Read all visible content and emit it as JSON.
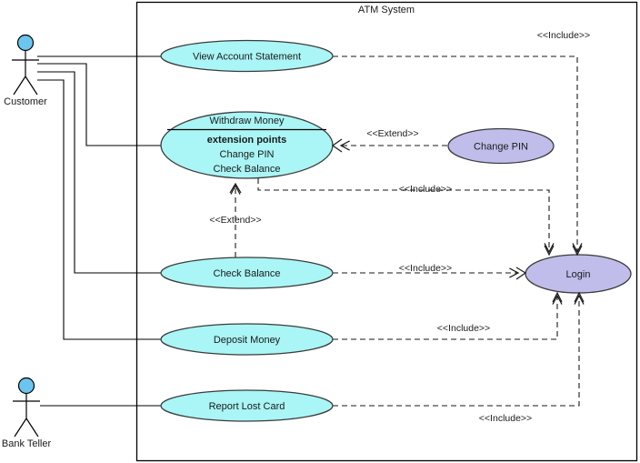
{
  "diagram": {
    "type": "uml-use-case-diagram",
    "system_boundary_title": "ATM System",
    "colors": {
      "usecase_fill_cyan": "#aaf5f5",
      "usecase_fill_purple": "#c0bdeb",
      "usecase_stroke": "#3b3b3b",
      "actor_head_fill": "#6cc5ee",
      "line": "#000000",
      "background": "#ffffff"
    },
    "actors": [
      {
        "id": "customer",
        "label": "Customer"
      },
      {
        "id": "bank-teller",
        "label": "Bank Teller"
      }
    ],
    "use_cases": [
      {
        "id": "view-account-statement",
        "label": "View Account Statement",
        "fill": "cyan"
      },
      {
        "id": "withdraw-money",
        "label": "Withdraw Money",
        "fill": "cyan",
        "compartment_title": "extension points",
        "extension_points": [
          "Change PIN",
          "Check Balance"
        ]
      },
      {
        "id": "change-pin",
        "label": "Change PIN",
        "fill": "purple"
      },
      {
        "id": "check-balance",
        "label": "Check Balance",
        "fill": "cyan"
      },
      {
        "id": "deposit-money",
        "label": "Deposit Money",
        "fill": "cyan"
      },
      {
        "id": "report-lost-card",
        "label": "Report Lost Card",
        "fill": "cyan"
      },
      {
        "id": "login",
        "label": "Login",
        "fill": "purple"
      }
    ],
    "associations": [
      {
        "from": "customer",
        "to": "view-account-statement"
      },
      {
        "from": "customer",
        "to": "withdraw-money"
      },
      {
        "from": "customer",
        "to": "check-balance"
      },
      {
        "from": "customer",
        "to": "deposit-money"
      },
      {
        "from": "bank-teller",
        "to": "report-lost-card"
      }
    ],
    "relationships": [
      {
        "id": "rel-vas-login",
        "from": "view-account-statement",
        "to": "login",
        "label": "<<Include>>"
      },
      {
        "id": "rel-changepin-withdraw",
        "from": "change-pin",
        "to": "withdraw-money",
        "label": "<<Extend>>"
      },
      {
        "id": "rel-withdraw-login",
        "from": "withdraw-money",
        "to": "login",
        "label": "<<Include>>"
      },
      {
        "id": "rel-checkbalance-withdraw",
        "from": "check-balance",
        "to": "withdraw-money",
        "label": "<<Extend>>"
      },
      {
        "id": "rel-checkbalance-login",
        "from": "check-balance",
        "to": "login",
        "label": "<<Include>>"
      },
      {
        "id": "rel-deposit-login",
        "from": "deposit-money",
        "to": "login",
        "label": "<<Include>>"
      },
      {
        "id": "rel-reportlost-login",
        "from": "report-lost-card",
        "to": "login",
        "label": "<<Include>>"
      }
    ]
  }
}
